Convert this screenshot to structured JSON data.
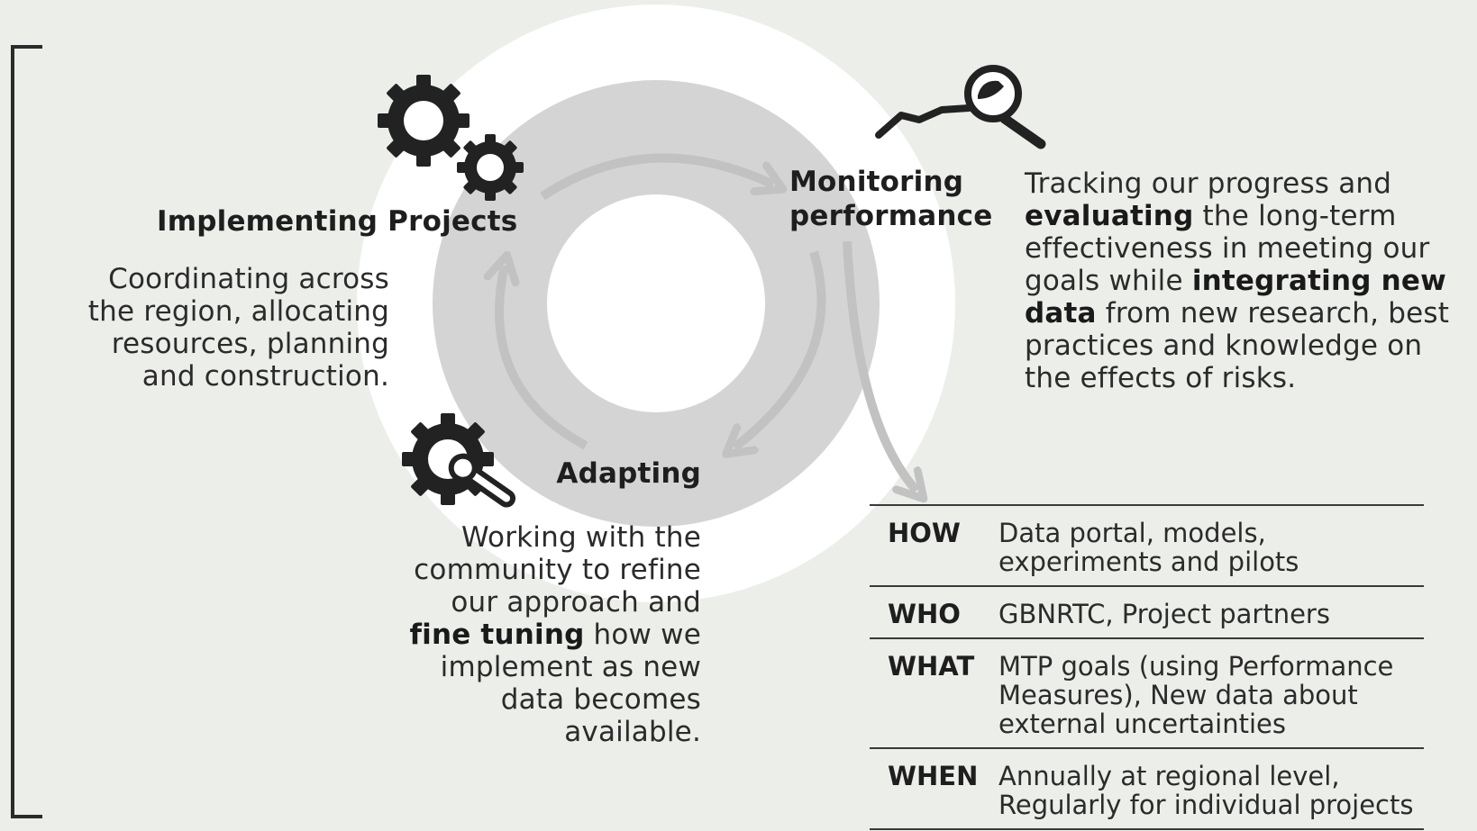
{
  "implementing": {
    "title": "Implementing Projects",
    "description": "Coordinating across the region, allocating resources, planning and construction."
  },
  "monitoring": {
    "title_line1": "Monitoring",
    "title_line2": "performance",
    "desc_parts": [
      {
        "text": "Tracking our progress and ",
        "bold": false
      },
      {
        "text": "evaluating",
        "bold": true
      },
      {
        "text": " the long-term effectiveness in meeting our goals while ",
        "bold": false
      },
      {
        "text": "integrating new data",
        "bold": true
      },
      {
        "text": " from new research, best practices and knowledge on the effects of risks.",
        "bold": false
      }
    ]
  },
  "adapting": {
    "title": "Adapting",
    "desc_parts": [
      {
        "text": "Working with the community to refine our approach and ",
        "bold": false
      },
      {
        "text": "fine tuning",
        "bold": true
      },
      {
        "text": " how we implement  as new data becomes available.",
        "bold": false
      }
    ]
  },
  "table": [
    {
      "key": "HOW",
      "value": "Data portal, models, experiments and pilots"
    },
    {
      "key": "WHO",
      "value": "GBNRTC, Project partners"
    },
    {
      "key": "WHAT",
      "value": "MTP goals (using Performance Measures), New data about external uncertainties"
    },
    {
      "key": "WHEN",
      "value": "Annually at regional level, Regularly for individual projects"
    }
  ],
  "icons": {
    "implementing": "gears-icon",
    "monitoring": "magnifier-trend-icon",
    "adapting": "gear-wrench-icon"
  },
  "colors": {
    "background": "#eceeea",
    "outer_ring": "#ffffff",
    "inner_ring": "#d4d4d4",
    "arrows": "#c2c2c2",
    "text": "#2b2b2b"
  }
}
